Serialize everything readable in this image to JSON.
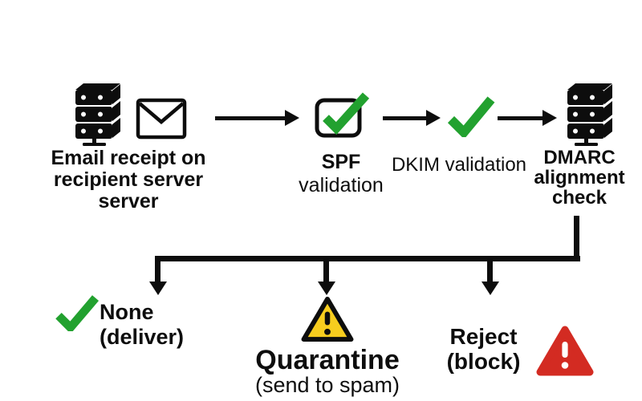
{
  "diagram": {
    "background": "#ffffff",
    "colors": {
      "line": "#0d0d0d",
      "check_green": "#22a12f",
      "warning_yellow": "#f7cd1e",
      "alert_red": "#d32b22"
    },
    "steps": {
      "email_receipt": {
        "line1": "Email receipt on",
        "line2": "recipient server",
        "line3": "server",
        "icons": [
          "server-icon",
          "envelope-icon"
        ]
      },
      "spf": {
        "line1": "SPF",
        "line2": "validation",
        "icon": "checkbox-checked-icon"
      },
      "dkim": {
        "label": "DKIM validation",
        "icon": "green-check-icon"
      },
      "dmarc": {
        "line1": "DMARC",
        "line2": "alignment",
        "line3": "check",
        "icon": "server-icon"
      }
    },
    "outcomes": {
      "none": {
        "label": "None (deliver)",
        "icon": "green-check-icon"
      },
      "quarantine": {
        "label": "Quarantine",
        "sublabel": "(send to spam)",
        "icon": "yellow-warning-triangle-icon"
      },
      "reject": {
        "line1": "Reject",
        "line2": "(block)",
        "icon": "red-alert-triangle-icon"
      }
    }
  }
}
